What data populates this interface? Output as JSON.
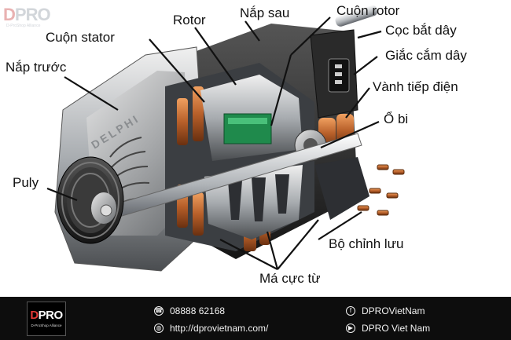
{
  "diagram": {
    "labels": {
      "rotor": "Rotor",
      "nap_sau": "Nắp sau",
      "cuon_rotor": "Cuộn rotor",
      "coc_bat_day": "Cọc bắt dây",
      "cuon_stator": "Cuộn stator",
      "giac_cam_day": "Giắc cắm dây",
      "nap_truoc": "Nắp trước",
      "vanh_tiep_dien": "Vành tiếp điện",
      "o_bi": "Ổ bi",
      "puly": "Puly",
      "bo_chinh_luu": "Bộ chỉnh lưu",
      "ma_cuc_tu": "Má cực từ"
    },
    "engraving": "DELPHI"
  },
  "watermark": {
    "brand_d": "D",
    "brand_rest": "PRO",
    "tagline": "D-ProShop Alliance"
  },
  "footer": {
    "logo_d": "D",
    "logo_rest": "PRO",
    "logo_tagline": "D-ProShop Alliance",
    "phone": "08888 62168",
    "website": "http://dprovietnam.com/",
    "facebook": "DPROVietNam",
    "youtube": "DPRO Viet Nam"
  },
  "colors": {
    "footer_bg": "#0d0d0d",
    "brand_red": "#e53935",
    "copper": "#c26a2e"
  }
}
